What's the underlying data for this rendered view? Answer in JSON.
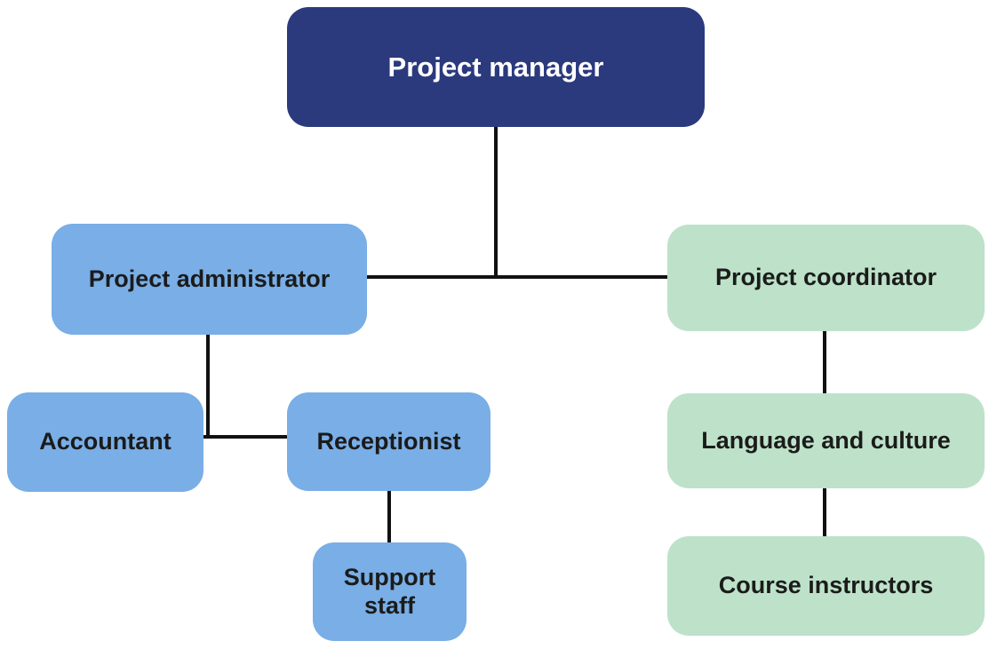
{
  "diagram": {
    "type": "org-chart",
    "palette": {
      "navy": "#2b3a7d",
      "blue": "#79aee6",
      "green": "#bde2c9",
      "line": "#111111",
      "text-dark": "#1b1b1b",
      "text-light": "#ffffff"
    },
    "nodes": {
      "manager": {
        "label": "Project manager",
        "level": 1,
        "color": "#2b3a7d"
      },
      "administrator": {
        "label": "Project administrator",
        "level": 2,
        "color": "#79aee6"
      },
      "coordinator": {
        "label": "Project coordinator",
        "level": 2,
        "color": "#bde2c9"
      },
      "accountant": {
        "label": "Accountant",
        "level": 3,
        "color": "#79aee6"
      },
      "receptionist": {
        "label": "Receptionist",
        "level": 3,
        "color": "#79aee6"
      },
      "support": {
        "label": "Support staff",
        "level": 4,
        "color": "#79aee6"
      },
      "language": {
        "label": "Language and culture",
        "level": 3,
        "color": "#bde2c9"
      },
      "course": {
        "label": "Course instructors",
        "level": 4,
        "color": "#bde2c9"
      }
    },
    "edges": [
      {
        "from": "Project manager",
        "to": "Project administrator"
      },
      {
        "from": "Project manager",
        "to": "Project coordinator"
      },
      {
        "from": "Project administrator",
        "to": "Accountant"
      },
      {
        "from": "Project administrator",
        "to": "Receptionist"
      },
      {
        "from": "Receptionist",
        "to": "Support staff"
      },
      {
        "from": "Project coordinator",
        "to": "Language and culture"
      },
      {
        "from": "Language and culture",
        "to": "Course instructors"
      }
    ]
  }
}
